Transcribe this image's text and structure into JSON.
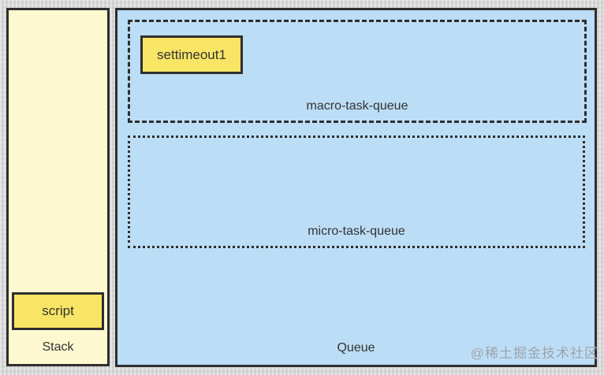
{
  "stack_panel": {
    "label": "Stack",
    "fill_color": "#fdf8d0",
    "items": [
      {
        "label": "script"
      }
    ]
  },
  "queue_panel": {
    "label": "Queue",
    "fill_color": "#bcddf6",
    "macro_queue": {
      "label": "macro-task-queue",
      "border_style": "dashed",
      "items": [
        {
          "label": "settimeout1"
        }
      ]
    },
    "micro_queue": {
      "label": "micro-task-queue",
      "border_style": "dotted",
      "items": []
    }
  },
  "watermark": "@稀土掘金技术社区",
  "colors": {
    "background": "#d9d9d9",
    "border": "#2e2e2e",
    "task_fill": "#f8e565",
    "text": "#333333",
    "watermark": "#98a2ac"
  }
}
